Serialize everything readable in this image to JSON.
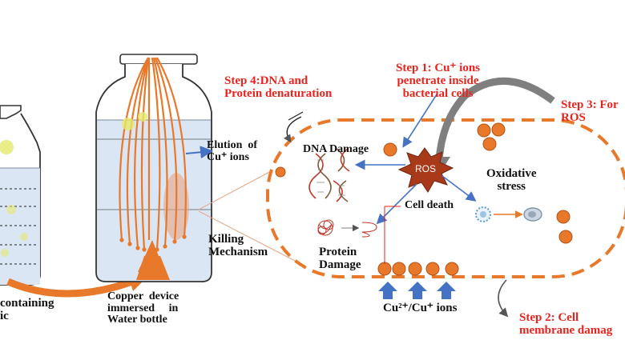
{
  "labels": {
    "step4": "Step 4:DNA and\nProtein denaturation",
    "step1": "Step 1: Cu⁺ ions\npenetrate inside\nbacterial cells",
    "step3": "Step 3: For\nROS",
    "elution": "Elution  of\nCu⁺ ions",
    "dna_damage": "DNA Damage",
    "ros": "ROS",
    "oxidative": "Oxidative\nstress",
    "cell_death": "Cell death",
    "killing": "Killing\nMechanism",
    "protein": "Protein\nDamage",
    "copper_device": "Copper  device\nimmersed     in\nWater bottle",
    "ions": "Cu²⁺/Cu⁺ ions",
    "step2": "Step 2: Cell\nmembrane damag",
    "containing": "containing\nic"
  },
  "colors": {
    "copper": "#e8782a",
    "red_text": "#e8231e",
    "arrow_blue": "#4472c4",
    "ros_fill": "#a83a1a",
    "water": "#dbe6f4",
    "gray_arrow": "#5a5a5a"
  }
}
